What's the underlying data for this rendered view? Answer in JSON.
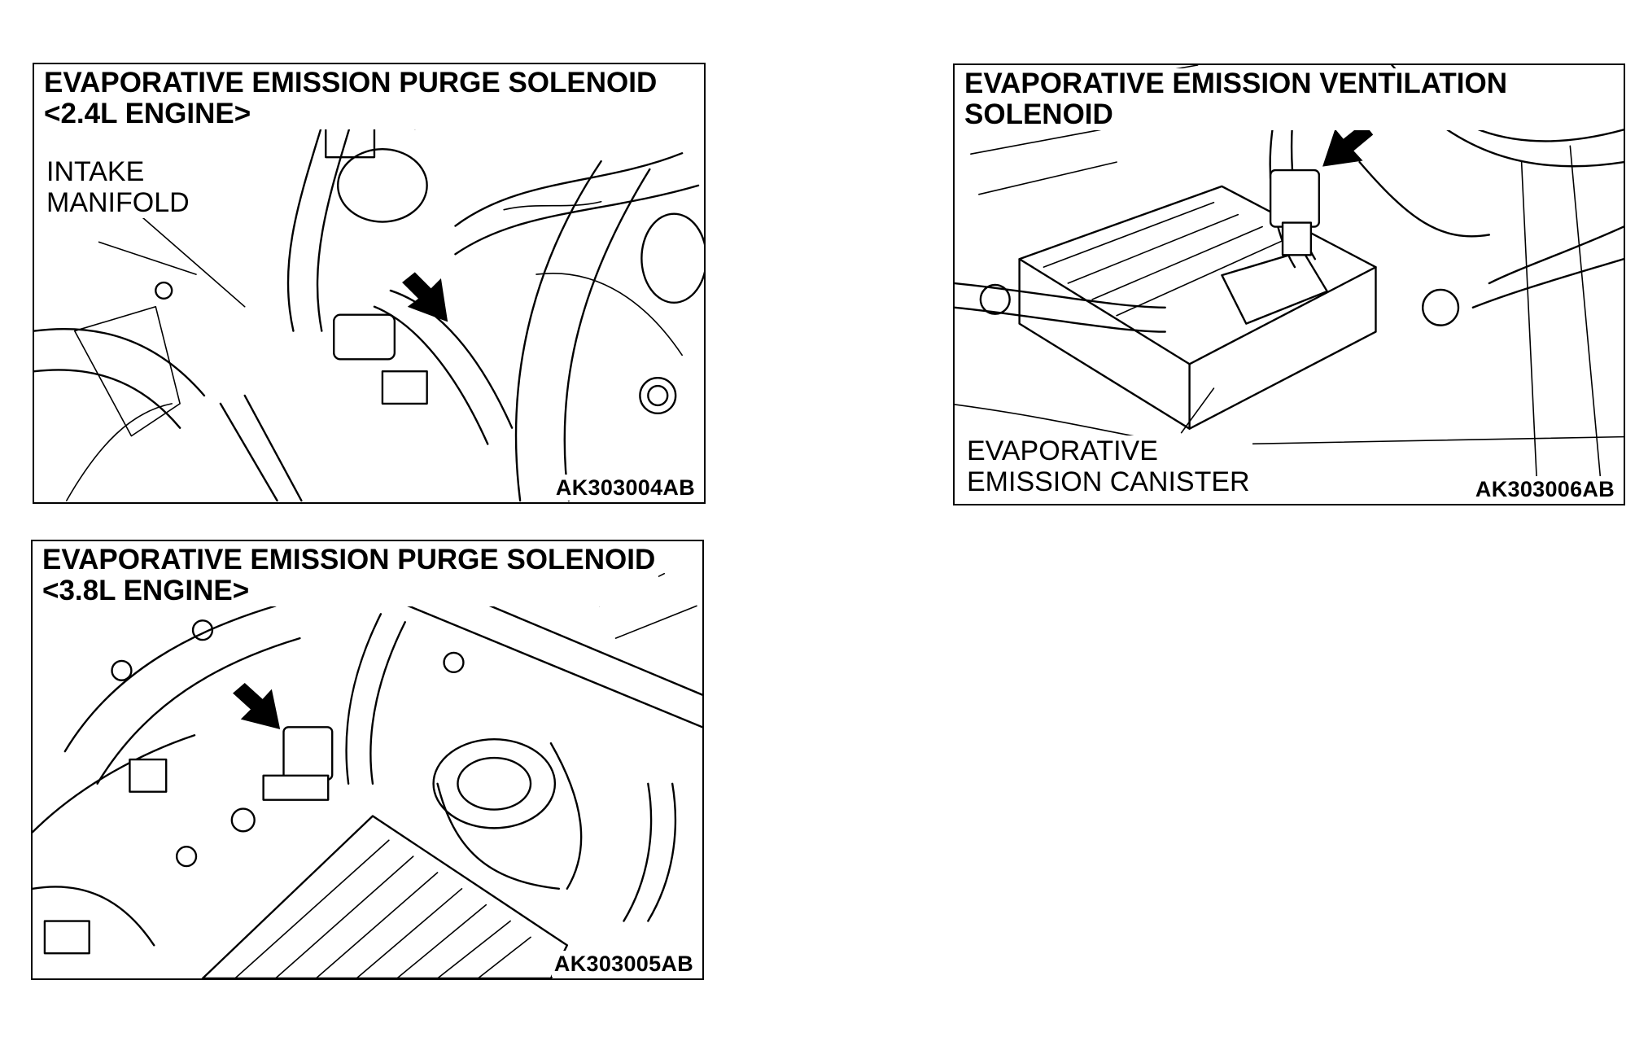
{
  "panels": {
    "purge_24": {
      "title_line1": "EVAPORATIVE EMISSION PURGE SOLENOID",
      "title_line2": "<2.4L ENGINE>",
      "label_line1": "INTAKE",
      "label_line2": "MANIFOLD",
      "code": "AK303004AB"
    },
    "ventilation": {
      "title_line1": "EVAPORATIVE EMISSION VENTILATION",
      "title_line2": "SOLENOID",
      "label_line1": "EVAPORATIVE",
      "label_line2": "EMISSION CANISTER",
      "code": "AK303006AB"
    },
    "purge_38": {
      "title_line1": "EVAPORATIVE EMISSION PURGE SOLENOID",
      "title_line2": "<3.8L ENGINE>",
      "code": "AK303005AB"
    }
  },
  "icons": [
    "arrow-pointer-icon"
  ]
}
